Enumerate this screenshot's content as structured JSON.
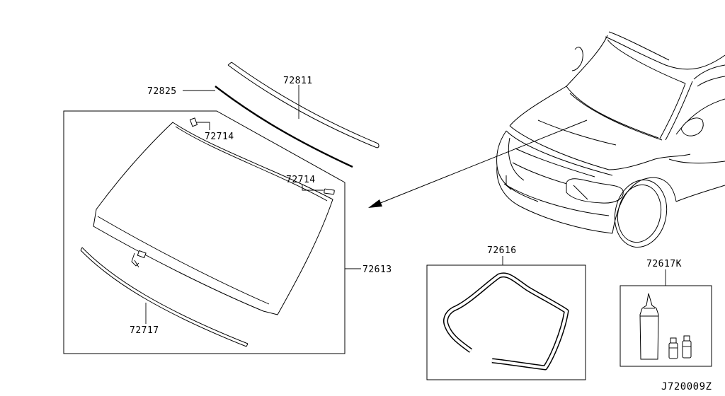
{
  "labels": {
    "moulding_upper": "72811",
    "seal_upper": "72825",
    "clip_top": "72714",
    "clip_right": "72714",
    "glass_windshield": "72613",
    "moulding_lower": "72717",
    "dam_rubber": "72616",
    "adhesive_kit": "72617K"
  },
  "diagram_code": "J720009Z"
}
